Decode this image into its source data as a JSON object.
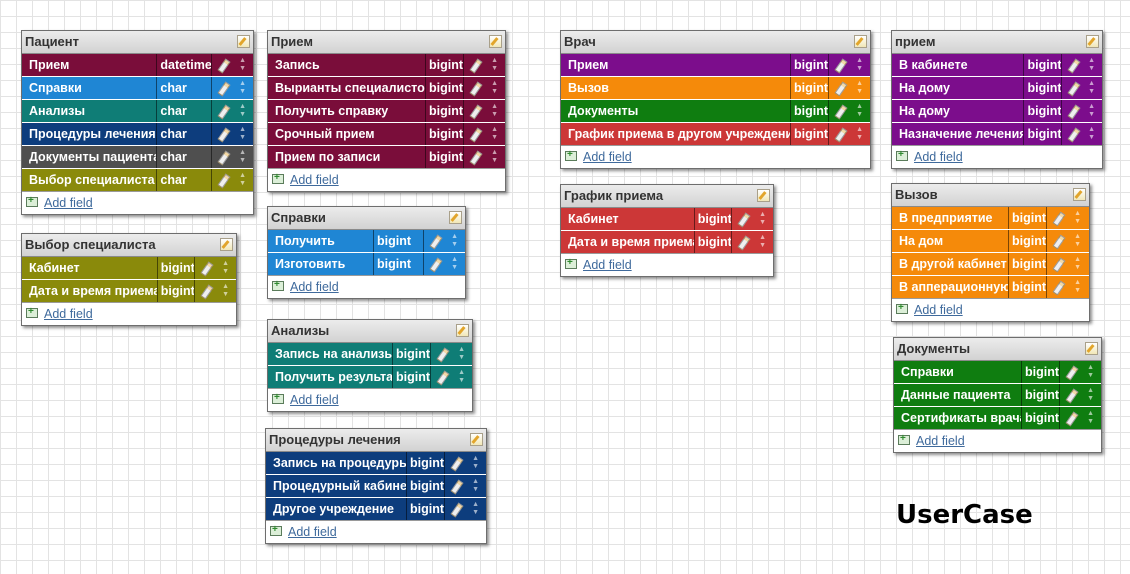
{
  "add_field_label": "Add field",
  "footer_title": "UserCase",
  "colors": {
    "maroon": "#7a0d3a",
    "blue": "#1f86d4",
    "teal": "#0f7d76",
    "navy": "#0d3d7d",
    "gray": "#4f4f4f",
    "olive": "#8a8a0b",
    "purple": "#7c0d8c",
    "orange": "#f58a0a",
    "green": "#0f7d10",
    "red": "#cc3737"
  },
  "tables": {
    "pacient": {
      "title": "Пациент",
      "rows": [
        {
          "name": "Прием",
          "type": "datetime",
          "color": "#7a0d3a"
        },
        {
          "name": "Справки",
          "type": "char",
          "color": "#1f86d4"
        },
        {
          "name": "Анализы",
          "type": "char",
          "color": "#0f7d76"
        },
        {
          "name": "Процедуры лечения",
          "type": "char",
          "color": "#0d3d7d"
        },
        {
          "name": "Документы пациента",
          "type": "char",
          "color": "#4f4f4f"
        },
        {
          "name": "Выбор специалиста",
          "type": "char",
          "color": "#8a8a0b"
        }
      ]
    },
    "vybor": {
      "title": "Выбор специалиста",
      "rows": [
        {
          "name": "Кабинет",
          "type": "bigint",
          "color": "#8a8a0b"
        },
        {
          "name": "Дата и время приема",
          "type": "bigint",
          "color": "#8a8a0b"
        }
      ]
    },
    "priem": {
      "title": "Прием",
      "rows": [
        {
          "name": "Запись",
          "type": "bigint",
          "color": "#7a0d3a"
        },
        {
          "name": "Вырианты специалистов",
          "type": "bigint",
          "color": "#7a0d3a"
        },
        {
          "name": "Получить справку",
          "type": "bigint",
          "color": "#7a0d3a"
        },
        {
          "name": "Срочный прием",
          "type": "bigint",
          "color": "#7a0d3a"
        },
        {
          "name": "Прием по записи",
          "type": "bigint",
          "color": "#7a0d3a"
        }
      ]
    },
    "spravki": {
      "title": "Справки",
      "rows": [
        {
          "name": "Получить",
          "type": "bigint",
          "color": "#1f86d4"
        },
        {
          "name": "Изготовить",
          "type": "bigint",
          "color": "#1f86d4"
        }
      ]
    },
    "analizy": {
      "title": "Анализы",
      "rows": [
        {
          "name": "Запись на анализы",
          "type": "bigint",
          "color": "#0f7d76"
        },
        {
          "name": "Получить результат",
          "type": "bigint",
          "color": "#0f7d76"
        }
      ]
    },
    "procedury": {
      "title": "Процедуры лечения",
      "rows": [
        {
          "name": "Запись на процедуры",
          "type": "bigint",
          "color": "#0d3d7d"
        },
        {
          "name": "Процедурный кабинет",
          "type": "bigint",
          "color": "#0d3d7d"
        },
        {
          "name": "Другое учреждение",
          "type": "bigint",
          "color": "#0d3d7d"
        }
      ]
    },
    "vrach": {
      "title": "Врач",
      "rows": [
        {
          "name": "Прием",
          "type": "bigint",
          "color": "#7c0d8c"
        },
        {
          "name": "Вызов",
          "type": "bigint",
          "color": "#f58a0a"
        },
        {
          "name": "Документы",
          "type": "bigint",
          "color": "#0f7d10"
        },
        {
          "name": "График приема в другом учреждении",
          "type": "bigint",
          "color": "#cc3737"
        }
      ]
    },
    "grafik": {
      "title": "График приема",
      "rows": [
        {
          "name": "Кабинет",
          "type": "bigint",
          "color": "#cc3737"
        },
        {
          "name": "Дата и время приема",
          "type": "bigint",
          "color": "#cc3737"
        }
      ]
    },
    "priem2": {
      "title": "прием",
      "rows": [
        {
          "name": "В кабинете",
          "type": "bigint",
          "color": "#7c0d8c"
        },
        {
          "name": "На дому",
          "type": "bigint",
          "color": "#7c0d8c"
        },
        {
          "name": "На дому",
          "type": "bigint",
          "color": "#7c0d8c"
        },
        {
          "name": "Назначение лечения",
          "type": "bigint",
          "color": "#7c0d8c"
        }
      ]
    },
    "vyzov": {
      "title": "Вызов",
      "rows": [
        {
          "name": "В предприятие",
          "type": "bigint",
          "color": "#f58a0a"
        },
        {
          "name": "На дом",
          "type": "bigint",
          "color": "#f58a0a"
        },
        {
          "name": "В другой кабинет",
          "type": "bigint",
          "color": "#f58a0a"
        },
        {
          "name": "В апперационную",
          "type": "bigint",
          "color": "#f58a0a"
        }
      ]
    },
    "dokumenty": {
      "title": "Документы",
      "rows": [
        {
          "name": "Справки",
          "type": "bigint",
          "color": "#0f7d10"
        },
        {
          "name": "Данные пациента",
          "type": "bigint",
          "color": "#0f7d10"
        },
        {
          "name": "Сертификаты врача",
          "type": "bigint",
          "color": "#0f7d10"
        }
      ]
    }
  }
}
